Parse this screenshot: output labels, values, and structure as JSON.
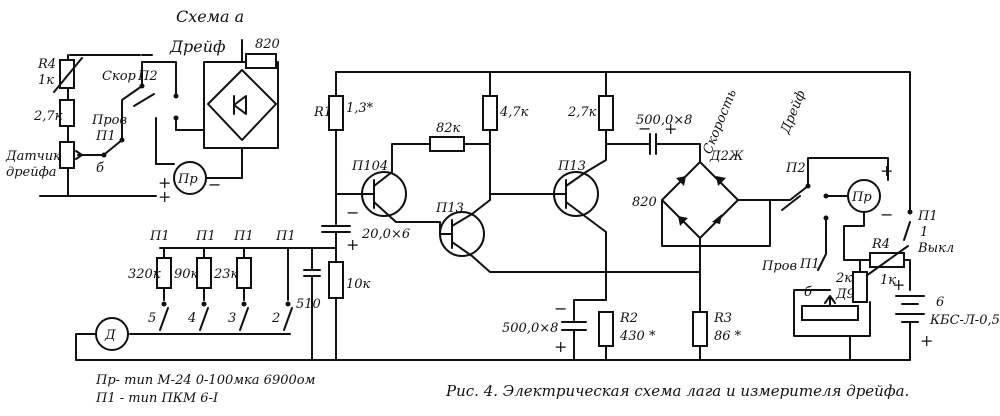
{
  "labels": {
    "schema_a": "Схема а",
    "dreif_top": "Дрейф",
    "r_820_top": "820",
    "r4": "R4",
    "r4_value": "1к",
    "r_27k_a": "2,7к",
    "skor": "Скор",
    "p2_a": "П2",
    "prov_a": "Пров",
    "p1_a": "П1",
    "b_a": "б",
    "datchik_line1": "Датчик",
    "datchik_line2": "дрейфа",
    "pr_a": "Пр",
    "plus": "+",
    "minus": "−",
    "p1_1": "П1",
    "p1_2": "П1",
    "p1_3": "П1",
    "p1_4": "П1",
    "r_320k": "320к",
    "r_90k": "90к",
    "r_23k": "23к",
    "sw_5": "5",
    "sw_4": "4",
    "sw_3": "3",
    "sw_2": "2",
    "c_510": "510",
    "r_10k": "10к",
    "d_meter": "Д",
    "r1": "R1",
    "r1_value": "1,3*",
    "c_20x6": "20,0×6",
    "t_p104": "П104",
    "r_82k": "82к",
    "r_47k": "4,7к",
    "t_p13_a": "П13",
    "t_p13_b": "П13",
    "r_27k_b": "2,7к",
    "c_500_top": "500,0×8",
    "d2zh": "Д2Ж",
    "r_820_b": "820",
    "c_500_bot": "500,0×8",
    "r2": "R2",
    "r2_value": "430 *",
    "r3": "R3",
    "r3_value": "86 *",
    "skorost": "Скорость",
    "dreif_b": "Дрейф",
    "p2_b": "П2",
    "pr_b": "Пр",
    "p1_b": "П1",
    "sw1_num": "1",
    "vykl": "Выкл",
    "r4_b": "R4",
    "r4_b_value": "1к",
    "prov_b": "Пров",
    "p1_c": "П1",
    "b_b": "б",
    "r_2k": "2к",
    "d9": "Д9",
    "bat_6": "6",
    "bat_type": "КБС-Л-0,5",
    "note_pr": "Пр- тип М-24 0-100мка 6900ом",
    "note_p1": "П1 - тип ПКМ 6-I",
    "caption": "Рис. 4. Электрическая схема лага и измерителя дрейфа."
  }
}
